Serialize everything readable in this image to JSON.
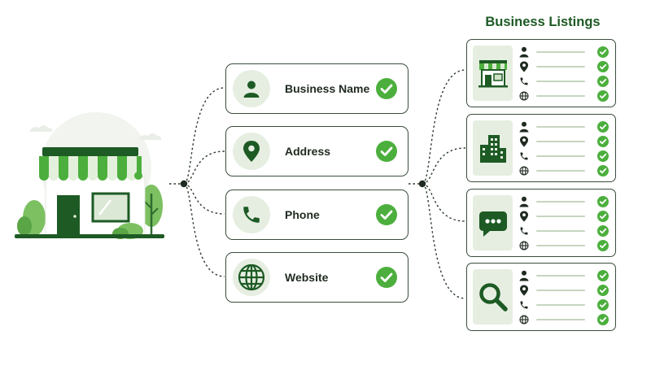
{
  "listings_title": "Business Listings",
  "fields": [
    {
      "label": "Business Name",
      "icon": "person-icon"
    },
    {
      "label": "Address",
      "icon": "location-pin-icon"
    },
    {
      "label": "Phone",
      "icon": "phone-icon"
    },
    {
      "label": "Website",
      "icon": "globe-icon"
    }
  ],
  "listings": [
    {
      "icon": "storefront-icon",
      "rows": [
        "person-icon",
        "location-pin-icon",
        "phone-icon",
        "globe-icon"
      ]
    },
    {
      "icon": "buildings-icon",
      "rows": [
        "person-icon",
        "location-pin-icon",
        "phone-icon",
        "globe-icon"
      ]
    },
    {
      "icon": "chat-bubble-icon",
      "rows": [
        "person-icon",
        "location-pin-icon",
        "phone-icon",
        "globe-icon"
      ]
    },
    {
      "icon": "magnifier-icon",
      "rows": [
        "person-icon",
        "location-pin-icon",
        "phone-icon",
        "globe-icon"
      ]
    }
  ],
  "colors": {
    "dark_green": "#1d5a24",
    "accent_green": "#4caf3d",
    "light_green": "#e6eee1",
    "outline": "#3a4d3c"
  }
}
